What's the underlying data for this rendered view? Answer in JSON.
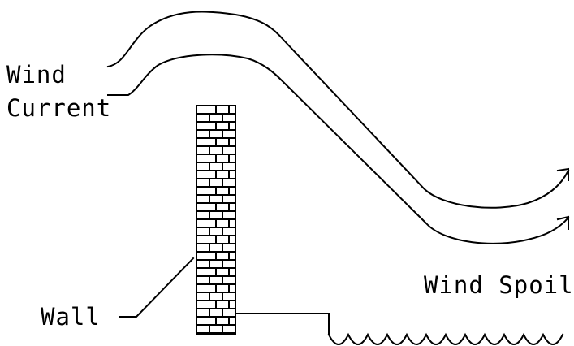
{
  "labels": {
    "wind_line1": "Wind",
    "wind_line2": "Current",
    "wall": "Wall",
    "wind_spoil": "Wind Spoil"
  },
  "icons": {
    "wall": "brick-wall-icon",
    "water": "water-waves-icon",
    "wind_arrows": "wind-arrow-icon"
  },
  "colors": {
    "ink": "#000000",
    "background": "#ffffff"
  }
}
